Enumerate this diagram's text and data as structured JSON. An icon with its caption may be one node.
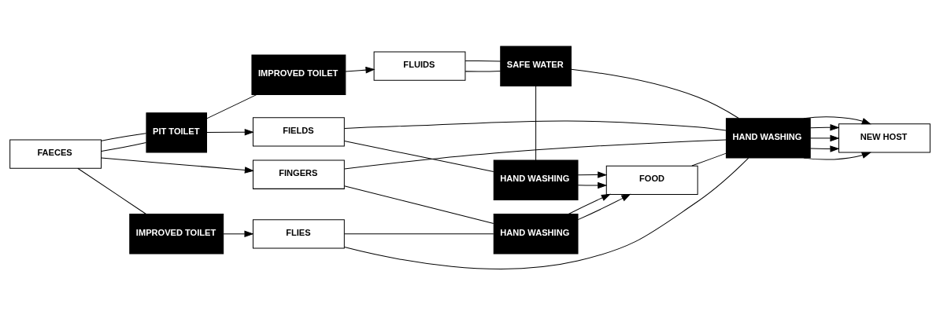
{
  "diagram": {
    "nodes": [
      {
        "text": [
          "FAECES"
        ]
      },
      {
        "text": [
          "FINGERS"
        ]
      },
      {
        "text": [
          "FLIES"
        ]
      },
      {
        "text": [
          "FIELDS"
        ]
      },
      {
        "text": [
          "FLUIDS"
        ]
      },
      {
        "text": [
          "FOOD"
        ]
      },
      {
        "text": [
          "NEW HOST"
        ]
      },
      {
        "text": [
          "IMPROVED TOILET"
        ]
      },
      {
        "text": [
          "PIT TOILET"
        ]
      },
      {
        "text": [
          "IMPROVED TOILET"
        ]
      },
      {
        "text": [
          "HAND WASHING"
        ]
      },
      {
        "text": [
          "HAND WASHING"
        ]
      },
      {
        "text": [
          "SAFE WATER"
        ]
      },
      {
        "text": [
          "HAND WASHING"
        ]
      }
    ],
    "edges": [
      {
        "from": 0,
        "to": 1,
        "arrow": "to"
      },
      {
        "from": 0,
        "to": 7,
        "arrow": "none"
      },
      {
        "from": 7,
        "to": 2,
        "arrow": "to"
      },
      {
        "from": 0,
        "to": 8,
        "arrow": "none"
      },
      {
        "from": 0,
        "to": 8,
        "arrow": "none"
      },
      {
        "from": 8,
        "to": 3,
        "arrow": "to"
      },
      {
        "from": 8,
        "to": 9,
        "arrow": "none"
      },
      {
        "from": 9,
        "to": 4,
        "arrow": "to"
      },
      {
        "from": 1,
        "to": 10,
        "arrow": "none"
      },
      {
        "from": 2,
        "to": 10,
        "arrow": "none"
      },
      {
        "from": 10,
        "to": 5,
        "arrow": "to"
      },
      {
        "from": 10,
        "to": 5,
        "arrow": "to"
      },
      {
        "from": 3,
        "to": 11,
        "arrow": "none"
      },
      {
        "from": 4,
        "to": 12,
        "arrow": "none"
      },
      {
        "from": 4,
        "to": 12,
        "arrow": "none"
      },
      {
        "from": 12,
        "to": 11,
        "arrow": "none"
      },
      {
        "from": 11,
        "to": 5,
        "arrow": "to"
      },
      {
        "from": 11,
        "to": 5,
        "arrow": "to"
      },
      {
        "from": 1,
        "to": 13,
        "arrow": "none"
      },
      {
        "from": 2,
        "to": 13,
        "arrow": "none"
      },
      {
        "from": 5,
        "to": 13,
        "arrow": "none"
      },
      {
        "from": 3,
        "to": 13,
        "arrow": "none"
      },
      {
        "from": 12,
        "to": 13,
        "arrow": "none"
      },
      {
        "from": 13,
        "to": 6,
        "arrow": "to"
      },
      {
        "from": 13,
        "to": 6,
        "arrow": "to"
      },
      {
        "from": 13,
        "to": 6,
        "arrow": "to"
      },
      {
        "from": 13,
        "to": 6,
        "arrow": "to"
      },
      {
        "from": 13,
        "to": 6,
        "arrow": "to"
      }
    ]
  }
}
